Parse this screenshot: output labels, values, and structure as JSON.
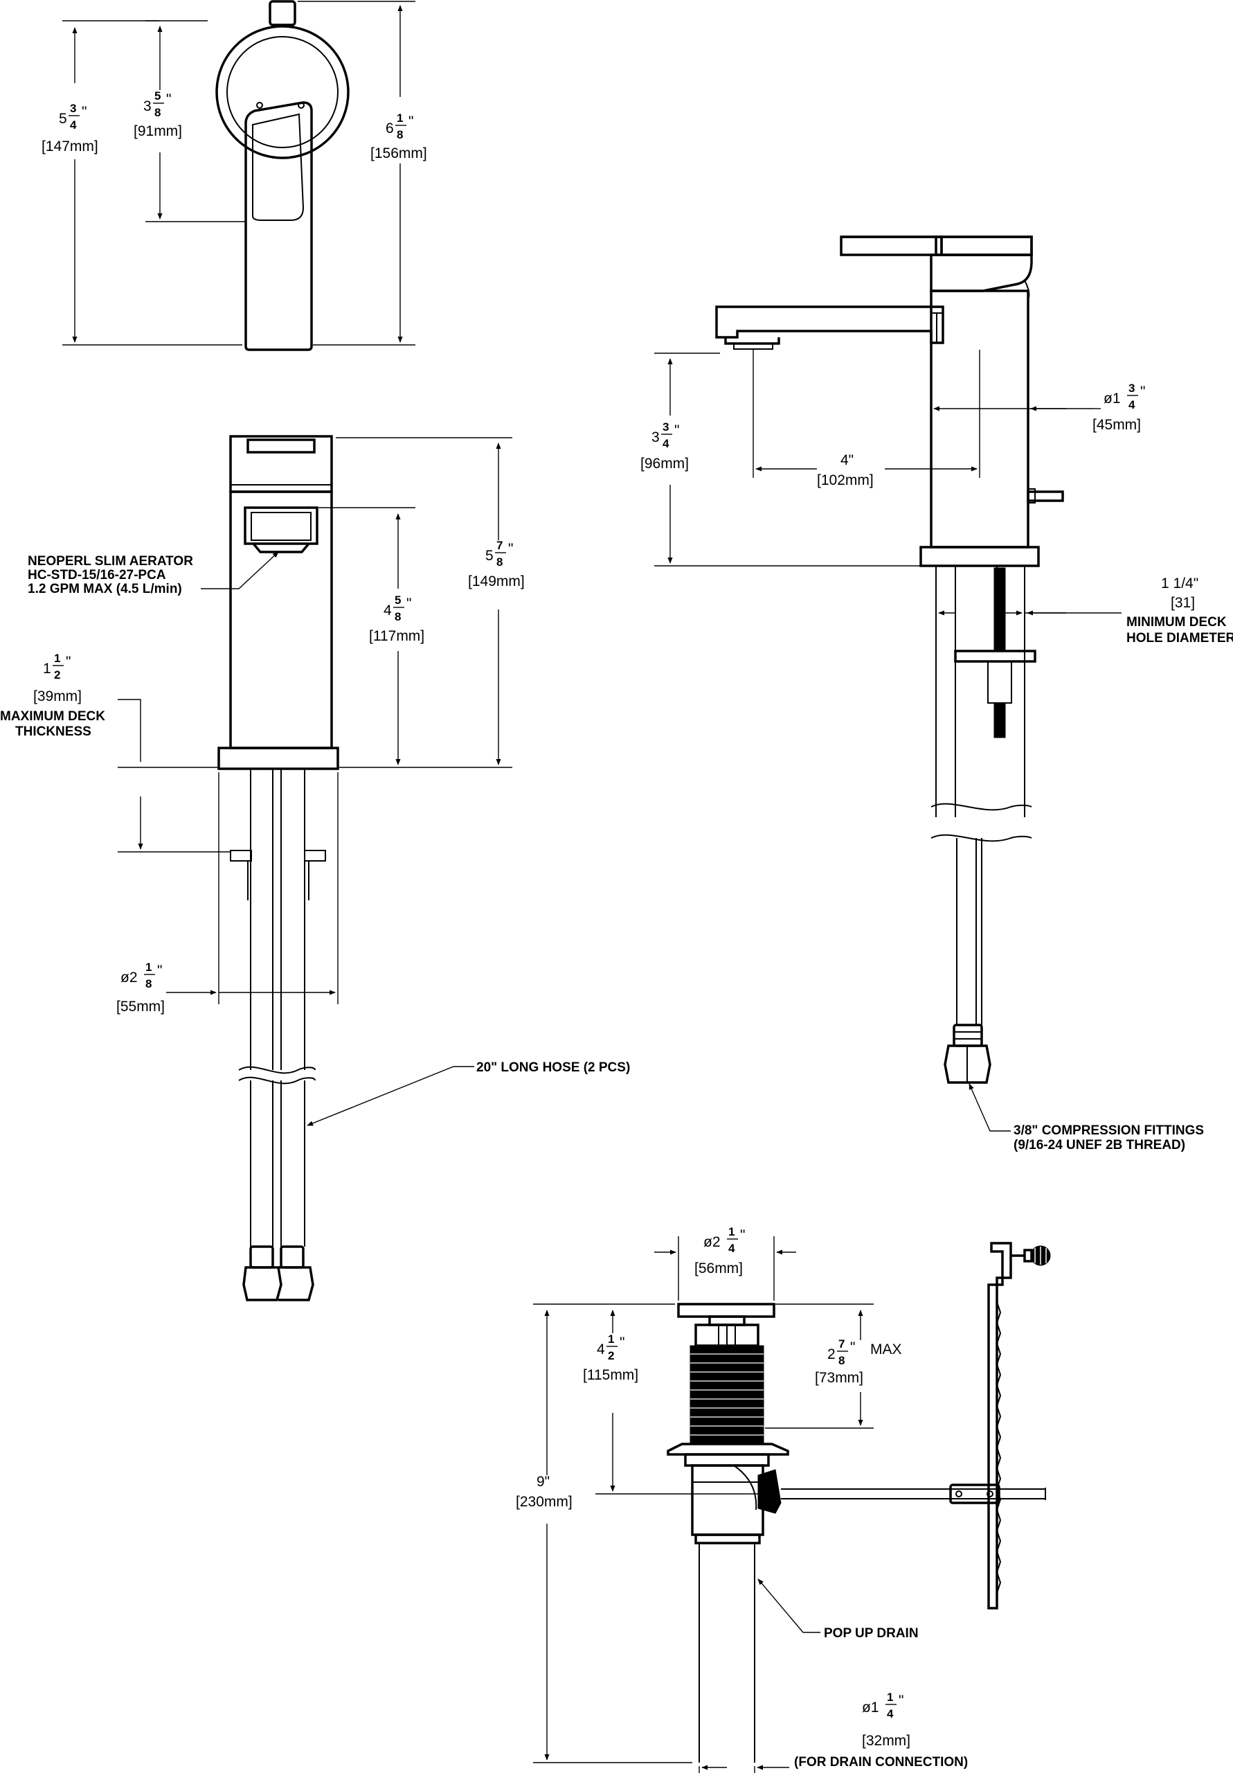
{
  "front_handle": {
    "overall_height": {
      "whole": "5",
      "num": "3",
      "den": "4",
      "mm": "[147mm]"
    },
    "lever_height": {
      "whole": "3",
      "num": "5",
      "den": "8",
      "mm": "[91mm]"
    },
    "total_height": {
      "whole": "6",
      "num": "1",
      "den": "8",
      "mm": "[156mm]"
    }
  },
  "front_body": {
    "aerator_note": [
      "NEOPERL SLIM AERATOR",
      "HC-STD-15/16-27-PCA",
      "1.2 GPM MAX (4.5 L/min)"
    ],
    "body_height": {
      "whole": "5",
      "num": "7",
      "den": "8",
      "mm": "[149mm]"
    },
    "spout_height": {
      "whole": "4",
      "num": "5",
      "den": "8",
      "mm": "[117mm]"
    },
    "deck_thickness": {
      "whole": "1",
      "num": "1",
      "den": "2",
      "mm": "[39mm]",
      "label": [
        "MAXIMUM DECK",
        "THICKNESS"
      ]
    },
    "base_diameter": {
      "prefix": "ø2",
      "num": "1",
      "den": "8",
      "mm": "[55mm]"
    },
    "hose_note": "20\" LONG HOSE (2 PCS)"
  },
  "side_view": {
    "spout_clearance": {
      "whole": "3",
      "num": "3",
      "den": "4",
      "mm": "[96mm]"
    },
    "spout_reach": {
      "value": "4\"",
      "mm": "[102mm]"
    },
    "body_diameter": {
      "prefix": "ø1",
      "num": "3",
      "den": "4",
      "mm": "[45mm]"
    },
    "deck_hole": {
      "value": "1 1/4\"",
      "mm": "[31]",
      "label": [
        "MINIMUM DECK",
        "HOLE DIAMETER"
      ]
    },
    "fitting_note": [
      "3/8\" COMPRESSION FITTINGS",
      "(9/16-24 UNEF 2B THREAD)"
    ]
  },
  "drain": {
    "flange_diameter": {
      "prefix": "ø2",
      "num": "1",
      "den": "4",
      "mm": "[56mm]"
    },
    "max_thickness": {
      "whole": "2",
      "num": "7",
      "den": "8",
      "suffix": "MAX",
      "mm": "[73mm]"
    },
    "to_rod": {
      "whole": "4",
      "num": "1",
      "den": "2",
      "mm": "[115mm]"
    },
    "overall": {
      "value": "9\"",
      "mm": "[230mm]"
    },
    "note": "POP UP DRAIN",
    "tail_diameter": {
      "prefix": "ø1",
      "num": "1",
      "den": "4",
      "mm": "[32mm]",
      "label": "(FOR DRAIN CONNECTION)"
    }
  }
}
